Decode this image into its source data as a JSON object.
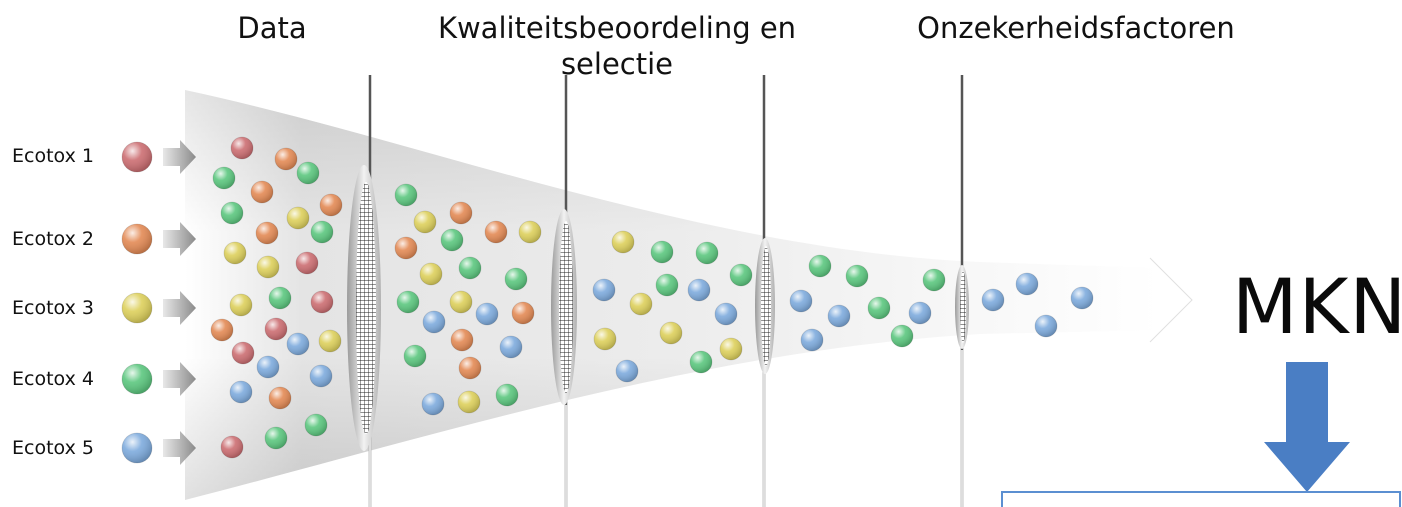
{
  "headers": {
    "data": "Data",
    "quality": "Kwaliteitsbeoordeling en selectie",
    "uncertainty": "Onzekerheidsfactoren"
  },
  "sources": [
    {
      "label": "Ecotox 1",
      "color": "#cc6e72"
    },
    {
      "label": "Ecotox 2",
      "color": "#e38a55"
    },
    {
      "label": "Ecotox 3",
      "color": "#ddd05c"
    },
    {
      "label": "Ecotox 4",
      "color": "#5cc77f"
    },
    {
      "label": "Ecotox 5",
      "color": "#7eabdd"
    }
  ],
  "result": "MKN",
  "colors": {
    "arrow_down": "#4a7ec4",
    "box_border": "#5b8fd1"
  }
}
